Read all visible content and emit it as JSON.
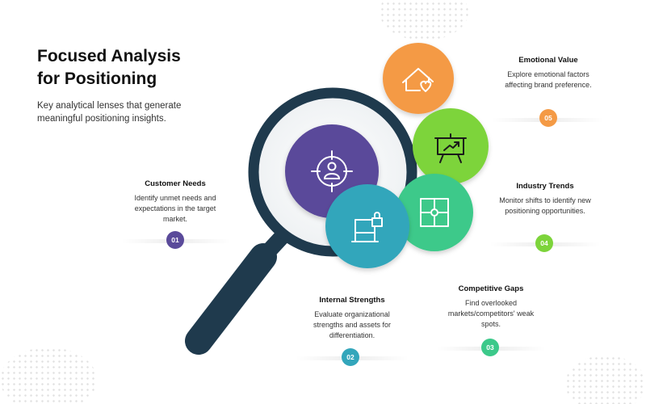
{
  "header": {
    "title_line1": "Focused Analysis",
    "title_line2": "for Positioning",
    "subtitle": "Key analytical lenses that generate meaningful positioning insights."
  },
  "items": [
    {
      "number": "01",
      "title": "Customer Needs",
      "description": "Identify unmet needs and expectations in the target market.",
      "color": "#5a4a9a",
      "icon": "user-target-icon"
    },
    {
      "number": "02",
      "title": "Internal Strengths",
      "description": "Evaluate organizational strengths and assets for differentiation.",
      "color": "#33a6bb",
      "icon": "secure-workstation-icon"
    },
    {
      "number": "03",
      "title": "Competitive Gaps",
      "description": "Find overlooked markets/competitors' weak spots.",
      "color": "#3cc98a",
      "icon": "puzzle-icon"
    },
    {
      "number": "04",
      "title": "Industry Trends",
      "description": "Monitor shifts to identify new positioning opportunities.",
      "color": "#7dd43b",
      "icon": "presentation-chart-icon"
    },
    {
      "number": "05",
      "title": "Emotional Value",
      "description": "Explore emotional factors affecting brand preference.",
      "color": "#f49a45",
      "icon": "home-heart-icon"
    }
  ],
  "lens": {
    "rim_color": "#1f3a4d",
    "icon": "magnifying-glass-icon"
  }
}
